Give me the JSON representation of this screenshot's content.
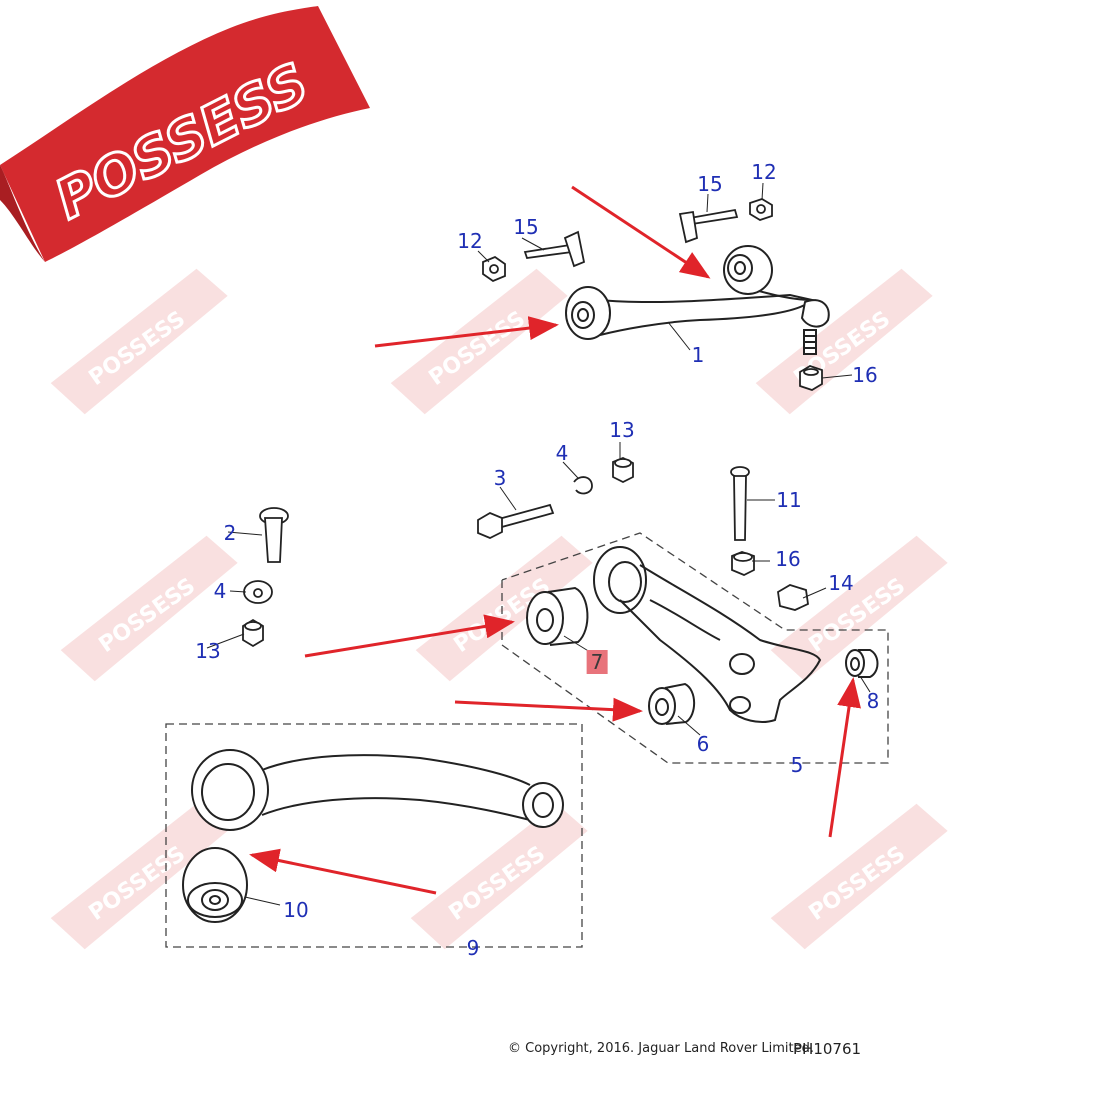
{
  "brand": {
    "logo_text": "POSSESS",
    "watermark_text": "POSSESS",
    "banner_color": "#d42a2f",
    "watermark_color": "#f4c6c6"
  },
  "arrow_color": "#e0242a",
  "label_color": "#1f2fb4",
  "callouts": [
    {
      "id": "1",
      "text": "1"
    },
    {
      "id": "2",
      "text": "2"
    },
    {
      "id": "3",
      "text": "3"
    },
    {
      "id": "4a",
      "text": "4"
    },
    {
      "id": "4b",
      "text": "4"
    },
    {
      "id": "5",
      "text": "5"
    },
    {
      "id": "6",
      "text": "6"
    },
    {
      "id": "7",
      "text": "7"
    },
    {
      "id": "8",
      "text": "8"
    },
    {
      "id": "9",
      "text": "9"
    },
    {
      "id": "10",
      "text": "10"
    },
    {
      "id": "11",
      "text": "11"
    },
    {
      "id": "12a",
      "text": "12"
    },
    {
      "id": "12b",
      "text": "12"
    },
    {
      "id": "13a",
      "text": "13"
    },
    {
      "id": "13b",
      "text": "13"
    },
    {
      "id": "14",
      "text": "14"
    },
    {
      "id": "15a",
      "text": "15"
    },
    {
      "id": "15b",
      "text": "15"
    },
    {
      "id": "16a",
      "text": "16"
    },
    {
      "id": "16b",
      "text": "16"
    }
  ],
  "footer": {
    "copyright": "© Copyright, 2016. Jaguar Land Rover Limited.",
    "reference": "PH10761"
  }
}
